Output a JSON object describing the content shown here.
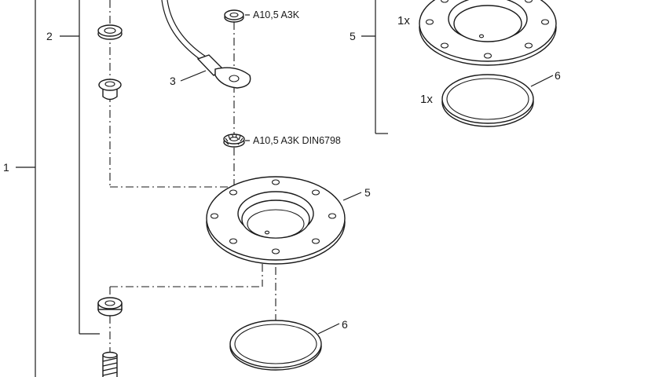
{
  "callouts": {
    "c1": "1",
    "c2": "2",
    "c3": "3",
    "c5_top": "5",
    "c5_mid": "5",
    "c6_top": "6",
    "c6_bottom": "6"
  },
  "specs": {
    "washer_top": "A10,5 A3K",
    "washer_mid": "A10,5 A3K DIN6798"
  },
  "quantities": {
    "flange": "1x",
    "gasket": "1x"
  },
  "colors": {
    "line": "#1a1a1a",
    "background": "#ffffff"
  }
}
